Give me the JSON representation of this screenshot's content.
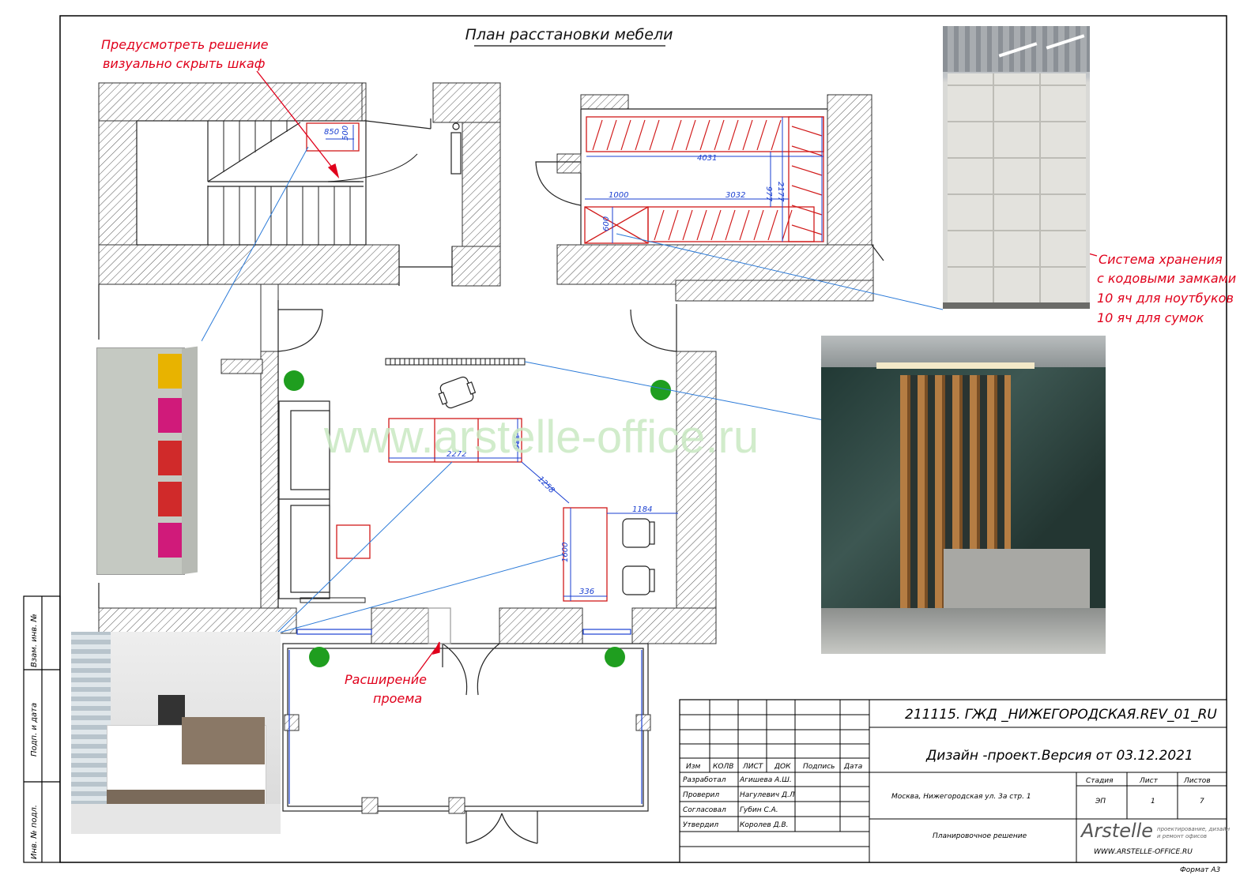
{
  "drawing": {
    "title": "План расстановки мебели",
    "watermark": "www.arstelle-office.ru",
    "format": "Формат А3"
  },
  "annotations": {
    "hide_cabinet_line1": "Предусмотреть решение",
    "hide_cabinet_line2": "визуально скрыть шкаф",
    "storage_line1": "Система хранения",
    "storage_line2": "с кодовыми замками",
    "storage_line3": "10 яч для ноутбуков",
    "storage_line4": "10 яч для сумок",
    "opening_line1": "Расширение",
    "opening_line2": "проема"
  },
  "dimensions": {
    "d850": "850",
    "d500": "500",
    "d4031": "4031",
    "d1000": "1000",
    "d3032": "3032",
    "d977": "977",
    "d2177": "2177",
    "d600": "600",
    "d2272": "2272",
    "d336a": "336",
    "d1258": "1258",
    "d1184": "1184",
    "d1600": "1600",
    "d336b": "336"
  },
  "side_stamps": {
    "s1": "Взам. инв. №",
    "s2": "Подп. и дата",
    "s3": "Инв. № подл."
  },
  "title_block": {
    "code": "211115. ГЖД _НИЖЕГОРОДСКАЯ.REV_01_RU",
    "project": "Дизайн -проект.Версия от  03.12.2021",
    "address": "Москва, Нижегородская ул. 3а стр. 1",
    "sheet_name": "Планировочное решение",
    "headers": [
      "Изм",
      "КОЛВ",
      "ЛИСТ",
      "ДОК",
      "Подпись",
      "Дата"
    ],
    "roles": [
      {
        "role": "Разработал",
        "name": "Агишева А.Ш."
      },
      {
        "role": "Проверил",
        "name": "Нагулевич Д.Л"
      },
      {
        "role": "Согласовал",
        "name": "Губин С.А."
      },
      {
        "role": "Утвердил",
        "name": "Королев Д.В."
      }
    ],
    "stage_label": "Стадия",
    "sheet_label": "Лист",
    "sheets_label": "Листов",
    "stage_value": "ЭП",
    "sheet_value": "1",
    "sheets_value": "7",
    "logo_text": "Arstelle",
    "logo_tagline1": "проектирование, дизайн",
    "logo_tagline2": "и ремонт офисов",
    "website": "WWW.ARSTELLE-OFFICE.RU"
  },
  "colors": {
    "wall_hatch": "#555555",
    "furniture": "#d11a1a",
    "dimension": "#1a3fd1",
    "leader": "#2b7ad8",
    "plant": "#1f9e1f",
    "watermark": "#c9e9c3"
  }
}
